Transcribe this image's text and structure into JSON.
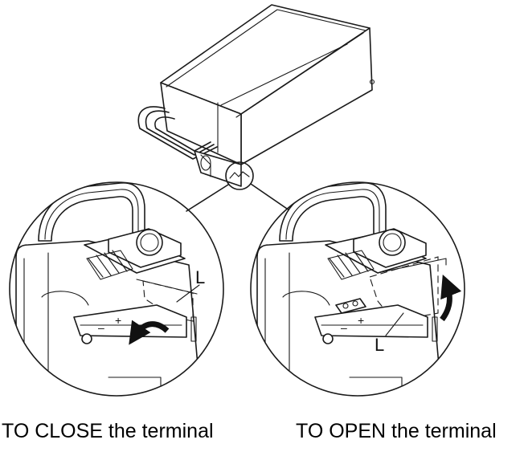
{
  "captions": {
    "close": "TO CLOSE the terminal",
    "open": "TO OPEN the terminal"
  },
  "labels": {
    "left_detail": "L",
    "right_detail": "L"
  },
  "polarity": {
    "minus": "–",
    "plus": "+"
  },
  "icons": {
    "close_arrow": "curved-arrow-left-icon",
    "open_arrow": "curved-arrow-up-icon"
  }
}
